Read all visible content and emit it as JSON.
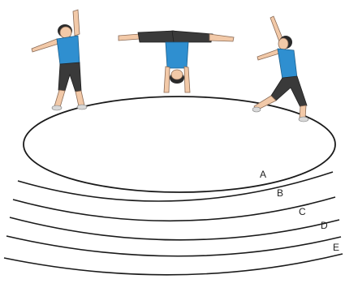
{
  "diagram": {
    "curve_labels": [
      "A",
      "B",
      "C",
      "D",
      "E"
    ],
    "figures": [
      "gymnast-standing-arm-raised",
      "gymnast-handstand-split",
      "gymnast-cartwheel-landing"
    ]
  }
}
